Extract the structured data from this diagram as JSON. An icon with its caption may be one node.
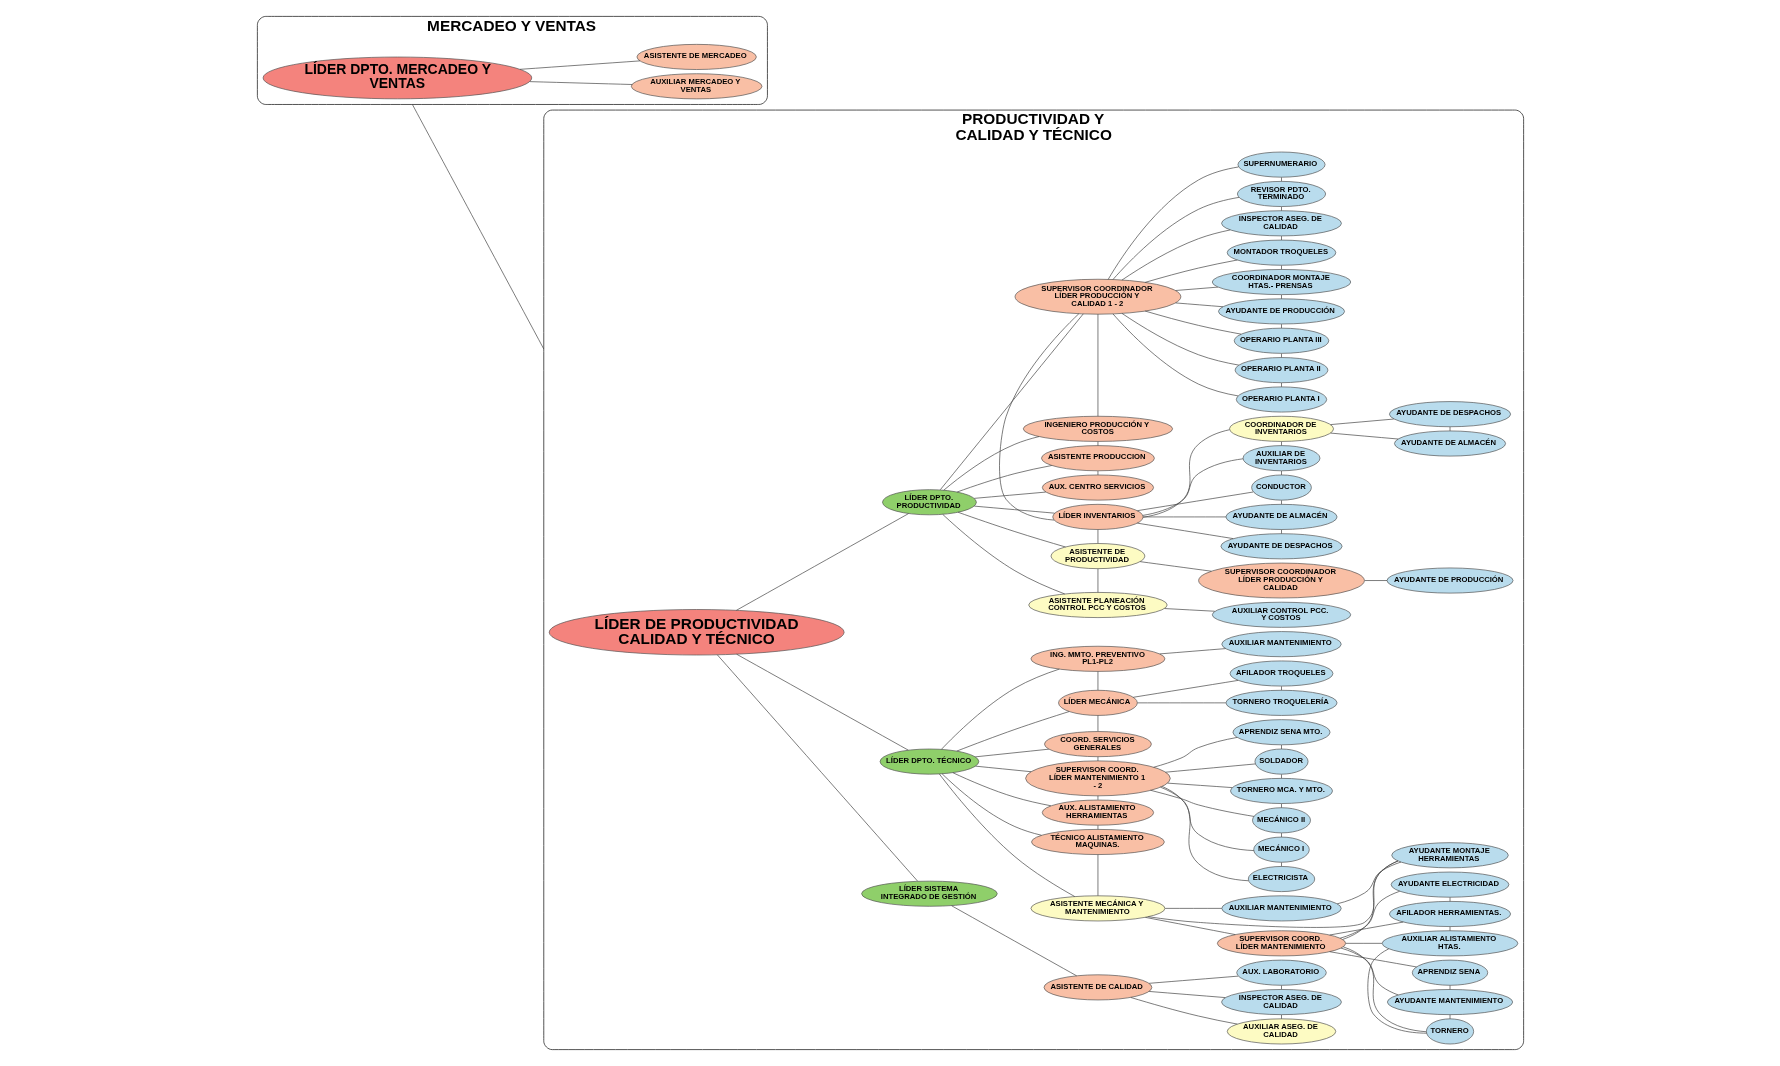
{
  "diagram": {
    "nodes": [
      {
        "text": [
          "MERCADEO Y VENTAS"
        ]
      },
      {
        "text": [
          "LÍDER DPTO. MERCADEO Y VENTAS"
        ],
        "in": 0
      },
      {
        "text": [
          "AUXILIAR MERCADEO Y VENTAS"
        ],
        "in": 0
      },
      {
        "text": [
          "ASISTENTE DE MERCADEO"
        ],
        "in": 0
      },
      {
        "text": [
          "PRODUCTIVIDAD Y CALIDAD Y TÉCNICO"
        ]
      },
      {
        "text": [
          "LÍDER DE PRODUCTIVIDAD CALIDAD Y TÉCNICO"
        ],
        "in": 4
      },
      {
        "text": [
          "LÍDER SISTEMA INTEGRADO DE GESTIÓN"
        ],
        "in": 4
      },
      {
        "text": [
          "LÍDER DPTO. TÉCNICO"
        ],
        "in": 4
      },
      {
        "text": [
          "LÍDER DPTO. PRODUCTIVIDAD"
        ],
        "in": 4
      },
      {
        "text": [
          "ASISTENTE DE CALIDAD"
        ],
        "in": 4
      },
      {
        "text": [
          "AUXILIAR ASEG. DE CALIDAD"
        ],
        "in": 4
      },
      {
        "text": [
          "INSPECTOR ASEG. DE CALIDAD"
        ],
        "in": 4
      },
      {
        "text": [
          "AUX. LABORATORIO"
        ],
        "in": 4
      },
      {
        "text": [
          "ASISTENTE MECÁNICA Y MANTENIMIENTO"
        ],
        "in": 4
      },
      {
        "text": [
          "SUPERVISOR COORD. LÍDER MANTENIMIENTO"
        ],
        "in": 4
      },
      {
        "text": [
          "TORNERO"
        ],
        "in": 4
      },
      {
        "text": [
          "AYUDANTE MANTENIMIENTO"
        ],
        "in": 4
      },
      {
        "text": [
          "APRENDIZ SENA"
        ],
        "in": 4
      },
      {
        "text": [
          "AUXILIAR ALISTAMIENTO HTAS."
        ],
        "in": 4
      },
      {
        "text": [
          "AFILADOR HERRAMIENTAS."
        ],
        "in": 4
      },
      {
        "text": [
          "AYUDANTE ELECTRICIDAD"
        ],
        "in": 4
      },
      {
        "text": [
          "AYUDANTE MONTAJE HERRAMIENTAS"
        ],
        "in": 4
      },
      {
        "text": [
          "AUXILIAR MANTENIMIENTO"
        ],
        "in": 4
      },
      {
        "text": [
          "TÉCNICO ALISTAMIENTO MAQUINAS."
        ],
        "in": 4
      },
      {
        "text": [
          "AUX. ALISTAMIENTO HERRAMIENTAS"
        ],
        "in": 4
      },
      {
        "text": [
          "SUPERVISOR COORD. LÍDER MANTENIMIENTO 1 - 2"
        ],
        "in": 4
      },
      {
        "text": [
          "ELECTRICISTA"
        ],
        "in": 4
      },
      {
        "text": [
          "MECÁNICO I"
        ],
        "in": 4
      },
      {
        "text": [
          "MECÁNICO II"
        ],
        "in": 4
      },
      {
        "text": [
          "TORNERO MCA. Y MTO."
        ],
        "in": 4
      },
      {
        "text": [
          "SOLDADOR"
        ],
        "in": 4
      },
      {
        "text": [
          "APRENDIZ SENA MTO."
        ],
        "in": 4
      },
      {
        "text": [
          "COORD. SERVICIOS GENERALES"
        ],
        "in": 4
      },
      {
        "text": [
          "LÍDER MECÁNICA"
        ],
        "in": 4
      },
      {
        "text": [
          "TORNERO TROQUELERÍA"
        ],
        "in": 4
      },
      {
        "text": [
          "AFILADOR TROQUELES"
        ],
        "in": 4
      },
      {
        "text": [
          "ING. MMTO. PREVENTIVO PL1-PL2"
        ],
        "in": 4
      },
      {
        "text": [
          "AUXILIAR MANTENIMIENTO"
        ],
        "in": 4
      },
      {
        "text": [
          "AUXILIAR CONTROL PCC. Y COSTOS"
        ],
        "in": 4
      },
      {
        "text": [
          "ASISTENTE PLANEACIÓN CONTROL PCC Y COSTOS"
        ],
        "in": 4
      },
      {
        "text": [
          "AYUDANTE DE PRODUCCIÓN"
        ],
        "in": 4
      },
      {
        "text": [
          "SUPERVISOR COORDINADOR LÍDER PRODUCCIÓN Y CALIDAD"
        ],
        "in": 4
      },
      {
        "text": [
          "ASISTENTE DE PRODUCTIVIDAD"
        ],
        "in": 4
      },
      {
        "text": [
          "LÍDER INVENTARIOS"
        ],
        "in": 4
      },
      {
        "text": [
          "AYUDANTE DE DESPACHOS"
        ],
        "in": 4
      },
      {
        "text": [
          "AYUDANTE DE ALMACÉN"
        ],
        "in": 4
      },
      {
        "text": [
          "CONDUCTOR"
        ],
        "in": 4
      },
      {
        "text": [
          "AUXILIAR DE INVENTARIOS"
        ],
        "in": 4
      },
      {
        "text": [
          "COORDINADOR DE INVENTARIOS"
        ],
        "in": 4
      },
      {
        "text": [
          "AYUDANTE DE ALMACÉN"
        ],
        "in": 4
      },
      {
        "text": [
          "AYUDANTE DE DESPACHOS"
        ],
        "in": 4
      },
      {
        "text": [
          "AUX. CENTRO SERVICIOS"
        ],
        "in": 4
      },
      {
        "text": [
          "ASISTENTE PRODUCCION"
        ],
        "in": 4
      },
      {
        "text": [
          "INGENIERO PRODUCCIÓN Y COSTOS"
        ],
        "in": 4
      },
      {
        "text": [
          "SUPERVISOR COORDINADOR LÍDER PRODUCCIÓN Y CALIDAD 1 - 2"
        ],
        "in": 4
      },
      {
        "text": [
          "OPERARIO PLANTA I"
        ],
        "in": 4
      },
      {
        "text": [
          "OPERARIO PLANTA II"
        ],
        "in": 4
      },
      {
        "text": [
          "OPERARIO PLANTA III"
        ],
        "in": 4
      },
      {
        "text": [
          "AYUDANTE DE PRODUCCIÓN"
        ],
        "in": 4
      },
      {
        "text": [
          "COORDINADOR MONTAJE HTAS.- PRENSAS"
        ],
        "in": 4
      },
      {
        "text": [
          "MONTADOR TROQUELES"
        ],
        "in": 4
      },
      {
        "text": [
          "INSPECTOR ASEG. DE CALIDAD"
        ],
        "in": 4
      },
      {
        "text": [
          "REVISOR PDTO. TERMINADO"
        ],
        "in": 4
      },
      {
        "text": [
          "SUPERNUMERARIO"
        ],
        "in": 4
      }
    ],
    "edges": [
      {
        "from": 1,
        "to": 2,
        "arrow": "none"
      },
      {
        "from": 1,
        "to": 3,
        "arrow": "none"
      },
      {
        "from": 0,
        "to": 4,
        "arrow": "none"
      },
      {
        "from": 5,
        "to": 6,
        "arrow": "none"
      },
      {
        "from": 5,
        "to": 7,
        "arrow": "none"
      },
      {
        "from": 5,
        "to": 8,
        "arrow": "none"
      },
      {
        "from": 6,
        "to": 9,
        "arrow": "none"
      },
      {
        "from": 9,
        "to": 10,
        "arrow": "none"
      },
      {
        "from": 9,
        "to": 11,
        "arrow": "none"
      },
      {
        "from": 9,
        "to": 12,
        "arrow": "none"
      },
      {
        "from": 10,
        "to": 11,
        "arrow": "none"
      },
      {
        "from": 11,
        "to": 12,
        "arrow": "none"
      },
      {
        "from": 7,
        "to": 13,
        "arrow": "none"
      },
      {
        "from": 13,
        "to": 14,
        "arrow": "none"
      },
      {
        "from": 14,
        "to": 15,
        "arrow": "none"
      },
      {
        "from": 14,
        "to": 16,
        "arrow": "none"
      },
      {
        "from": 14,
        "to": 17,
        "arrow": "none"
      },
      {
        "from": 14,
        "to": 18,
        "arrow": "none"
      },
      {
        "from": 14,
        "to": 19,
        "arrow": "none"
      },
      {
        "from": 14,
        "to": 20,
        "arrow": "none"
      },
      {
        "from": 18,
        "to": 15,
        "arrow": "none"
      },
      {
        "from": 15,
        "to": 16,
        "arrow": "none"
      },
      {
        "from": 16,
        "to": 17,
        "arrow": "none"
      },
      {
        "from": 18,
        "to": 19,
        "arrow": "none"
      },
      {
        "from": 19,
        "to": 20,
        "arrow": "none"
      },
      {
        "from": 14,
        "to": 21,
        "arrow": "none"
      },
      {
        "from": 13,
        "to": 21,
        "arrow": "none"
      },
      {
        "from": 13,
        "to": 22,
        "arrow": "none"
      },
      {
        "from": 21,
        "to": 22,
        "arrow": "none"
      },
      {
        "from": 7,
        "to": 23,
        "arrow": "none"
      },
      {
        "from": 13,
        "to": 23,
        "arrow": "none"
      },
      {
        "from": 7,
        "to": 24,
        "arrow": "none"
      },
      {
        "from": 23,
        "to": 24,
        "arrow": "none"
      },
      {
        "from": 7,
        "to": 25,
        "arrow": "none"
      },
      {
        "from": 24,
        "to": 25,
        "arrow": "none"
      },
      {
        "from": 25,
        "to": 26,
        "arrow": "none"
      },
      {
        "from": 25,
        "to": 27,
        "arrow": "none"
      },
      {
        "from": 25,
        "to": 28,
        "arrow": "none"
      },
      {
        "from": 25,
        "to": 29,
        "arrow": "none"
      },
      {
        "from": 25,
        "to": 30,
        "arrow": "none"
      },
      {
        "from": 25,
        "to": 31,
        "arrow": "none"
      },
      {
        "from": 26,
        "to": 27,
        "arrow": "none"
      },
      {
        "from": 27,
        "to": 28,
        "arrow": "none"
      },
      {
        "from": 28,
        "to": 29,
        "arrow": "none"
      },
      {
        "from": 29,
        "to": 30,
        "arrow": "none"
      },
      {
        "from": 30,
        "to": 31,
        "arrow": "none"
      },
      {
        "from": 7,
        "to": 32,
        "arrow": "none"
      },
      {
        "from": 25,
        "to": 32,
        "arrow": "none"
      },
      {
        "from": 7,
        "to": 33,
        "arrow": "none"
      },
      {
        "from": 32,
        "to": 33,
        "arrow": "none"
      },
      {
        "from": 33,
        "to": 34,
        "arrow": "none"
      },
      {
        "from": 33,
        "to": 35,
        "arrow": "none"
      },
      {
        "from": 34,
        "to": 35,
        "arrow": "none"
      },
      {
        "from": 7,
        "to": 36,
        "arrow": "none"
      },
      {
        "from": 33,
        "to": 36,
        "arrow": "none"
      },
      {
        "from": 36,
        "to": 37,
        "arrow": "none"
      },
      {
        "from": 8,
        "to": 39,
        "arrow": "none"
      },
      {
        "from": 39,
        "to": 38,
        "arrow": "none"
      },
      {
        "from": 8,
        "to": 42,
        "arrow": "none"
      },
      {
        "from": 39,
        "to": 42,
        "arrow": "none"
      },
      {
        "from": 42,
        "to": 41,
        "arrow": "none"
      },
      {
        "from": 41,
        "to": 40,
        "arrow": "none"
      },
      {
        "from": 8,
        "to": 43,
        "arrow": "none"
      },
      {
        "from": 42,
        "to": 43,
        "arrow": "none"
      },
      {
        "from": 43,
        "to": 44,
        "arrow": "none"
      },
      {
        "from": 43,
        "to": 45,
        "arrow": "none"
      },
      {
        "from": 43,
        "to": 46,
        "arrow": "none"
      },
      {
        "from": 43,
        "to": 47,
        "arrow": "none"
      },
      {
        "from": 43,
        "to": 48,
        "arrow": "none"
      },
      {
        "from": 44,
        "to": 45,
        "arrow": "none"
      },
      {
        "from": 45,
        "to": 46,
        "arrow": "none"
      },
      {
        "from": 46,
        "to": 47,
        "arrow": "none"
      },
      {
        "from": 47,
        "to": 48,
        "arrow": "none"
      },
      {
        "from": 48,
        "to": 49,
        "arrow": "none"
      },
      {
        "from": 48,
        "to": 50,
        "arrow": "none"
      },
      {
        "from": 49,
        "to": 50,
        "arrow": "none"
      },
      {
        "from": 8,
        "to": 51,
        "arrow": "none"
      },
      {
        "from": 8,
        "to": 52,
        "arrow": "none"
      },
      {
        "from": 51,
        "to": 52,
        "arrow": "none"
      },
      {
        "from": 8,
        "to": 53,
        "arrow": "none"
      },
      {
        "from": 52,
        "to": 53,
        "arrow": "none"
      },
      {
        "from": 8,
        "to": 54,
        "arrow": "none"
      },
      {
        "from": 53,
        "to": 54,
        "arrow": "none"
      },
      {
        "from": 43,
        "to": 54,
        "arrow": "none"
      },
      {
        "from": 54,
        "to": 55,
        "arrow": "none"
      },
      {
        "from": 54,
        "to": 56,
        "arrow": "none"
      },
      {
        "from": 54,
        "to": 57,
        "arrow": "none"
      },
      {
        "from": 54,
        "to": 58,
        "arrow": "none"
      },
      {
        "from": 54,
        "to": 59,
        "arrow": "none"
      },
      {
        "from": 54,
        "to": 60,
        "arrow": "none"
      },
      {
        "from": 54,
        "to": 61,
        "arrow": "none"
      },
      {
        "from": 54,
        "to": 62,
        "arrow": "none"
      },
      {
        "from": 54,
        "to": 63,
        "arrow": "none"
      },
      {
        "from": 55,
        "to": 56,
        "arrow": "none"
      },
      {
        "from": 56,
        "to": 57,
        "arrow": "none"
      },
      {
        "from": 57,
        "to": 58,
        "arrow": "none"
      },
      {
        "from": 58,
        "to": 59,
        "arrow": "none"
      },
      {
        "from": 59,
        "to": 60,
        "arrow": "none"
      },
      {
        "from": 60,
        "to": 61,
        "arrow": "none"
      },
      {
        "from": 61,
        "to": 62,
        "arrow": "none"
      },
      {
        "from": 62,
        "to": 63,
        "arrow": "none"
      }
    ]
  }
}
